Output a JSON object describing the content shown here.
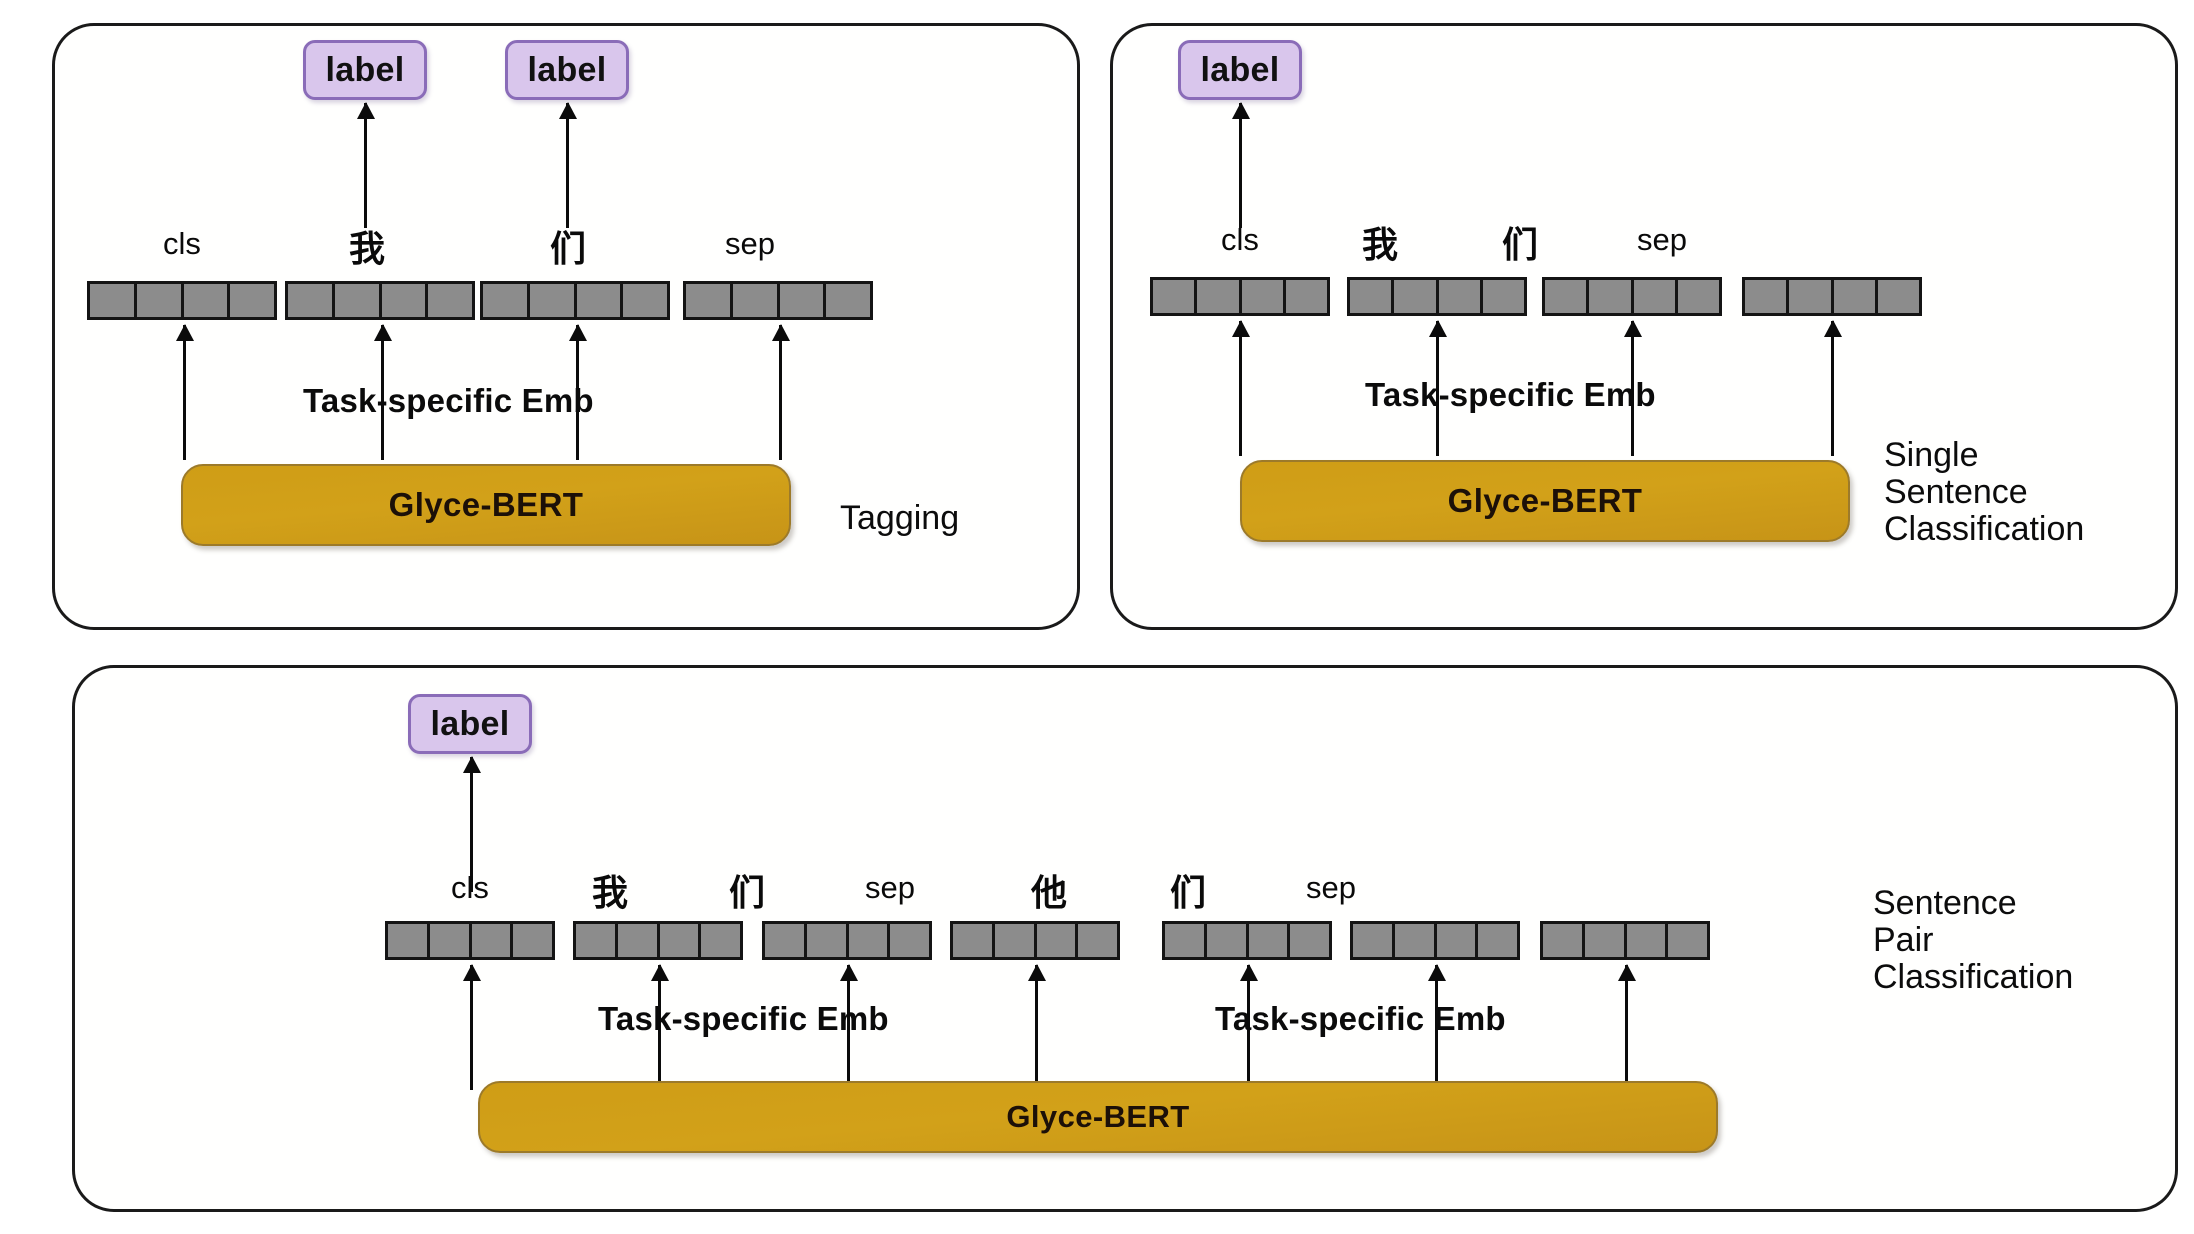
{
  "figure": {
    "kind": "model-architecture-diagram",
    "colors": {
      "panel_border": "#1a1a1a",
      "label_fill": "#d9c6ec",
      "label_border": "#8a6cb8",
      "bert_fill": "#cf9d16",
      "bert_border": "#9c7a2a",
      "token_fill": "#8c8c8c",
      "token_border": "#141414",
      "text": "#0b0b0b",
      "background": "#ffffff"
    }
  },
  "panels": [
    {
      "id": "tagging",
      "task_name": "Tagging",
      "encoder_label": "Glyce-BERT",
      "emb_labels": [
        "Task-specific Emb"
      ],
      "labels": [
        "label",
        "label"
      ],
      "tokens": [
        {
          "caption": "cls",
          "script": "latin",
          "cells": 4
        },
        {
          "caption": "我",
          "script": "han",
          "cells": 4
        },
        {
          "caption": "们",
          "script": "han",
          "cells": 4
        },
        {
          "caption": "sep",
          "script": "latin",
          "cells": 4
        }
      ]
    },
    {
      "id": "single-sentence-classification",
      "task_name": "Single\nSentence\nClassification",
      "encoder_label": "Glyce-BERT",
      "emb_labels": [
        "Task-specific Emb"
      ],
      "labels": [
        "label"
      ],
      "tokens": [
        {
          "caption": "cls",
          "script": "latin",
          "cells": 4
        },
        {
          "caption": "我",
          "script": "han",
          "cells": 4
        },
        {
          "caption": "们",
          "script": "han",
          "cells": 4
        },
        {
          "caption": "sep",
          "script": "latin",
          "cells": 4
        }
      ]
    },
    {
      "id": "sentence-pair-classification",
      "task_name": "Sentence\nPair\nClassification",
      "encoder_label": "Glyce-BERT",
      "emb_labels": [
        "Task-specific Emb",
        "Task-specific Emb"
      ],
      "labels": [
        "label"
      ],
      "tokens": [
        {
          "caption": "cls",
          "script": "latin",
          "cells": 4
        },
        {
          "caption": "我",
          "script": "han",
          "cells": 4
        },
        {
          "caption": "们",
          "script": "han",
          "cells": 4
        },
        {
          "caption": "sep",
          "script": "latin",
          "cells": 4
        },
        {
          "caption": "他",
          "script": "han",
          "cells": 4
        },
        {
          "caption": "们",
          "script": "han",
          "cells": 4
        },
        {
          "caption": "sep",
          "script": "latin",
          "cells": 4
        }
      ]
    }
  ]
}
